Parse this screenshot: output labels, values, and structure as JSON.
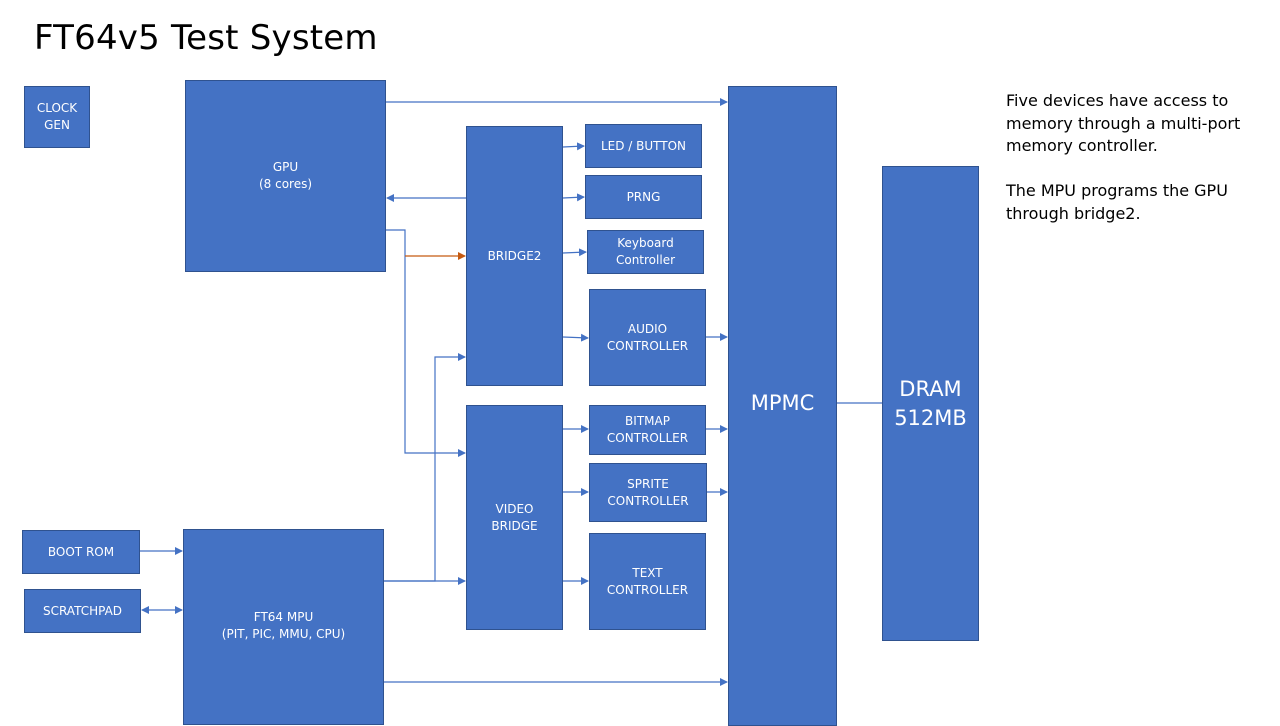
{
  "title": "FT64v5 Test System",
  "notes": {
    "p1": "Five devices have access to memory through a multi-port memory controller.",
    "p2": "The MPU programs the GPU through bridge2."
  },
  "blocks": {
    "clockgen": {
      "l1": "CLOCK",
      "l2": "GEN"
    },
    "gpu": {
      "l1": "GPU",
      "l2": "(8 cores)"
    },
    "bridge2": {
      "l1": "BRIDGE2"
    },
    "led": {
      "l1": "LED / BUTTON"
    },
    "prng": {
      "l1": "PRNG"
    },
    "keyboard": {
      "l1": "Keyboard",
      "l2": "Controller"
    },
    "audio": {
      "l1": "AUDIO",
      "l2": "CONTROLLER"
    },
    "mpmc": {
      "l1": "MPMC"
    },
    "dram": {
      "l1": "DRAM",
      "l2": "512MB"
    },
    "bitmap": {
      "l1": "BITMAP",
      "l2": "CONTROLLER"
    },
    "sprite": {
      "l1": "SPRITE",
      "l2": "CONTROLLER"
    },
    "videobridge": {
      "l1": "VIDEO",
      "l2": "BRIDGE"
    },
    "text": {
      "l1": "TEXT",
      "l2": "CONTROLLER"
    },
    "bootrom": {
      "l1": "BOOT ROM"
    },
    "scratchpad": {
      "l1": "SCRATCHPAD"
    },
    "mpu": {
      "l1": "FT64 MPU",
      "l2": "(PIT, PIC, MMU, CPU)"
    }
  },
  "colors": {
    "block_fill": "#4472c4",
    "block_border": "#2f528f",
    "wire": "#4472c4",
    "highlight_wire": "#c55a11"
  }
}
